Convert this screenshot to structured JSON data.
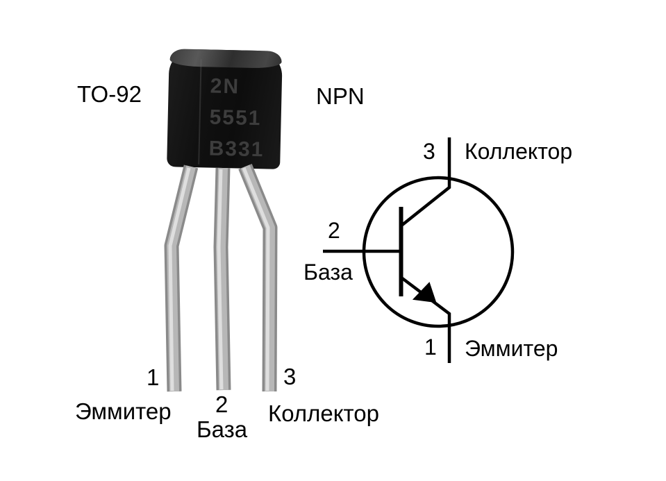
{
  "labels": {
    "package": "TO-92",
    "type": "NPN"
  },
  "package_marking": [
    "2N",
    "5551",
    "B331"
  ],
  "photo_pins": [
    {
      "number": "1",
      "name": "Эммитер"
    },
    {
      "number": "2",
      "name": "База"
    },
    {
      "number": "3",
      "name": "Коллектор"
    }
  ],
  "schematic_pins": {
    "collector": {
      "number": "3",
      "name": "Коллектор"
    },
    "base": {
      "number": "2",
      "name": "База"
    },
    "emitter": {
      "number": "1",
      "name": "Эммитер"
    }
  },
  "colors": {
    "background": "#ffffff",
    "text": "#000000",
    "package_body": "#121212",
    "package_marking": "#3d3d3d",
    "schematic_line": "#000000",
    "lead_metal": "#b5b5b5"
  }
}
